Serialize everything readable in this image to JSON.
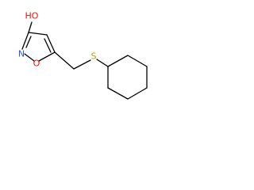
{
  "molecule": {
    "atoms": {
      "hydroxyl_label": "HO",
      "ring_nitrogen_label": "N",
      "ring_oxygen_label": "O",
      "sulfur_label": "S"
    },
    "colors": {
      "bond": "#000000",
      "oxygen": "#ff0d0d",
      "nitrogen": "#3050f8",
      "sulfur": "#b8a000",
      "background": "#ffffff"
    }
  }
}
